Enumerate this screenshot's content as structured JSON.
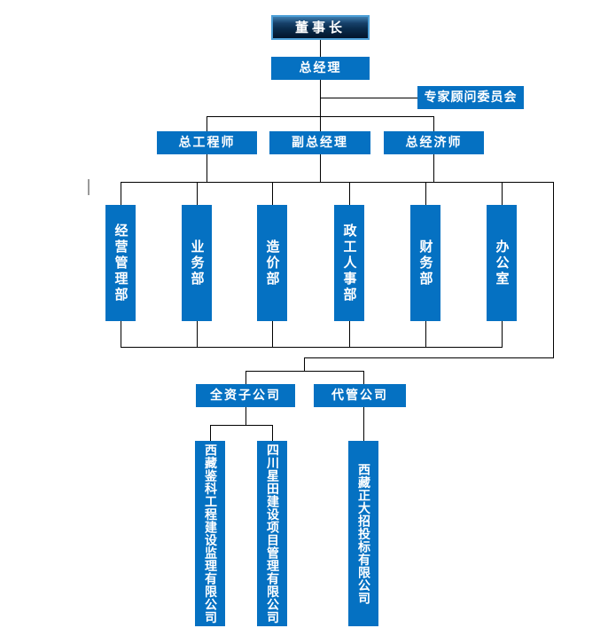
{
  "chart": {
    "type": "org-chart",
    "chairman": "董事长",
    "general_manager": "总经理",
    "advisory_committee": "专家顾问委员会",
    "managers": [
      "总工程师",
      "副总经理",
      "总经济师"
    ],
    "departments": [
      "经营管理部",
      "业务部",
      "造价部",
      "政工人事部",
      "财务部",
      "办公室"
    ],
    "subsidiary_groups": [
      "全资子公司",
      "代管公司"
    ],
    "companies": [
      "西藏鉴科工程建设监理有限公司",
      "四川星田建设项目管理有限公司",
      "西藏正大招投标有限公司"
    ],
    "colors": {
      "node_blue": "#0571c2",
      "chairman_border": "#4da0d8",
      "chairman_gradient_top": "#3f7dad",
      "chairman_gradient_bottom": "#03142a",
      "connector_line": "#000000",
      "node_text": "#ffffff",
      "stray_caret": "#9a9a9a"
    }
  }
}
